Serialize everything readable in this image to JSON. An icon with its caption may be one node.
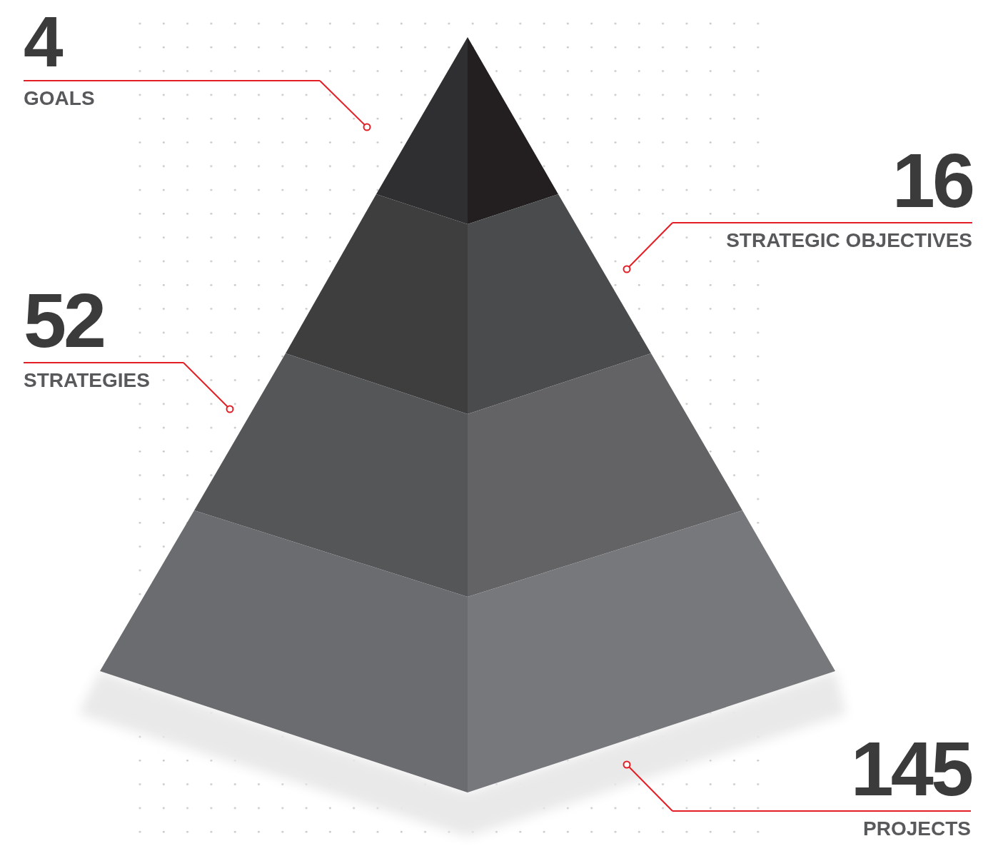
{
  "diagram": {
    "nodes": [
      {
        "text": [
          "4",
          "GOALS"
        ]
      },
      {
        "text": [
          "16",
          "STRATEGIC OBJECTIVES"
        ]
      },
      {
        "text": [
          "52",
          "STRATEGIES"
        ]
      },
      {
        "text": [
          "145",
          "PROJECTS"
        ]
      },
      {
        "text": [],
        "shape": "triangle"
      },
      {
        "text": [],
        "shape": "band"
      },
      {
        "text": [],
        "shape": "band"
      },
      {
        "text": [],
        "shape": "band"
      }
    ],
    "edges": [
      {
        "from": 0,
        "to": 4,
        "arrow": "other"
      },
      {
        "from": 1,
        "to": 5,
        "arrow": "other"
      },
      {
        "from": 2,
        "to": 6,
        "arrow": "other"
      },
      {
        "from": 3,
        "to": 7,
        "arrow": "other"
      }
    ]
  }
}
